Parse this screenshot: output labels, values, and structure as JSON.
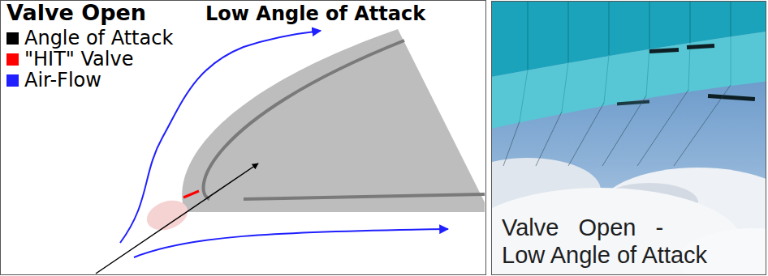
{
  "diagram": {
    "title": "Valve Open",
    "labels": [
      "Low Angle of Attack",
      "Valve Open - Low Angle of Attack"
    ],
    "legend": [
      {
        "text": "Angle of Attack",
        "color": "#000000"
      },
      {
        "text": "\"HIT\" Valve",
        "color": "#ff0000"
      },
      {
        "text": "Air-Flow",
        "color": "#1f1fff"
      }
    ]
  }
}
